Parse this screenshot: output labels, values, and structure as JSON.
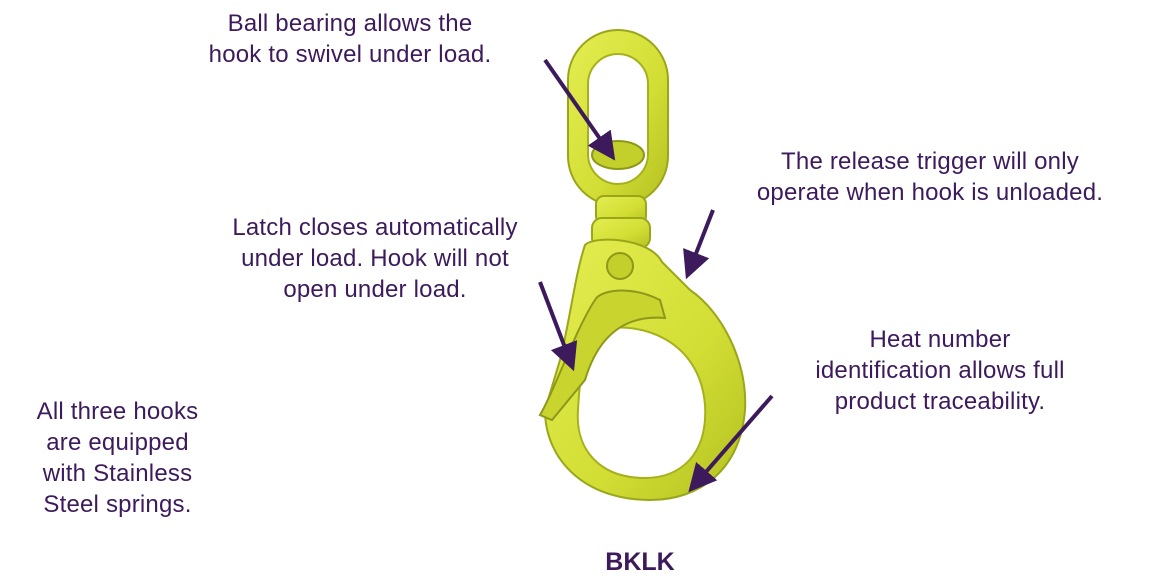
{
  "callouts": {
    "ball_bearing": "Ball bearing allows the\nhook to swivel under load.",
    "release_trigger": "The release trigger will only\noperate when hook is unloaded.",
    "latch": "Latch closes automatically\nunder load. Hook will not\nopen under load.",
    "heat_number": "Heat number\nidentification allows full\nproduct traceability.",
    "stainless": "All three hooks\nare equipped\nwith Stainless\nSteel springs."
  },
  "model_label": "BKLK",
  "colors": {
    "text": "#3c1a5b",
    "arrow": "#3c1a5b",
    "hook_fill": "#d6e23a",
    "hook_shadow": "#aab81e"
  }
}
